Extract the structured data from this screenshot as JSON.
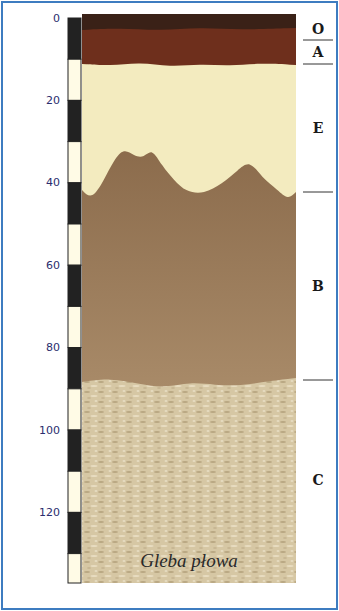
{
  "diagram": {
    "caption": "Gleba płowa",
    "labels": [
      "0",
      "20",
      "40",
      "60",
      "80",
      "100",
      "120",
      "O",
      "A",
      "E",
      "B",
      "C"
    ]
  }
}
